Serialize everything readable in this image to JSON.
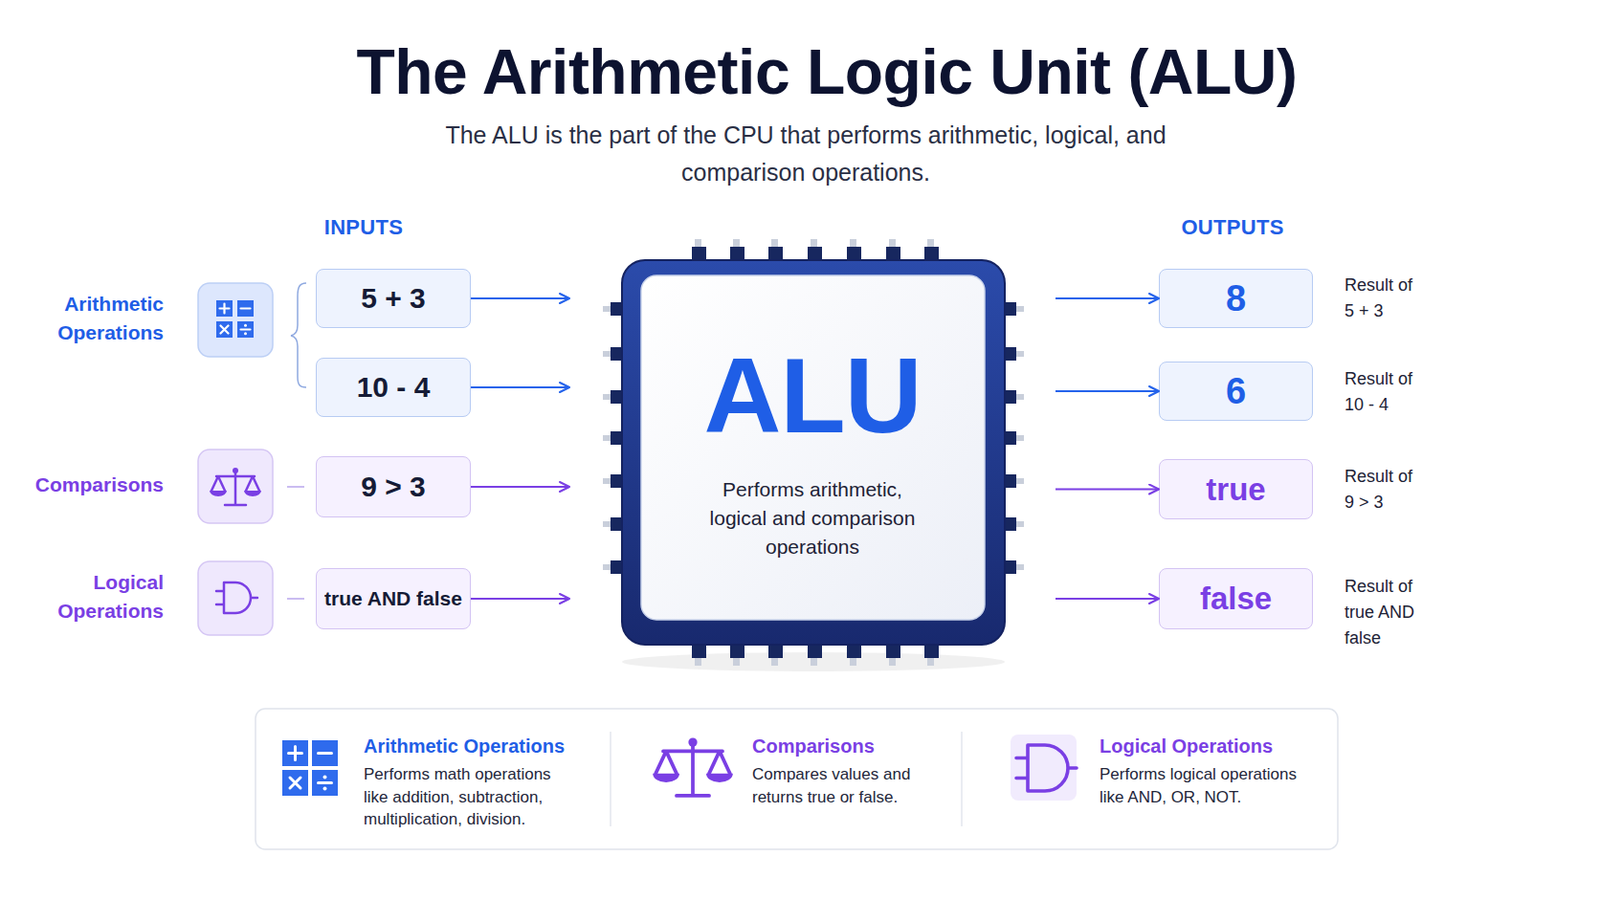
{
  "diagram": {
    "title": "The Arithmetic Logic Unit (ALU)",
    "caption": "The ALU is the part of the CPU that performs arithmetic, logical, and comparison operations.",
    "nodes": [
      {
        "text": [
          "5 + 3"
        ]
      },
      {
        "text": [
          "10 - 4"
        ]
      },
      {
        "text": [
          "9 > 3"
        ]
      },
      {
        "text": [
          "true AND false"
        ]
      },
      {
        "text": [
          "ALU",
          "Performs arithmetic, logical and comparison operations"
        ]
      },
      {
        "text": [
          "8"
        ]
      },
      {
        "text": [
          "6"
        ]
      },
      {
        "text": [
          "true"
        ]
      },
      {
        "text": [
          "false"
        ]
      },
      {
        "text": [
          "Arithmetic Operations",
          "Performs math operations like addition, subtraction, multiplication, division."
        ]
      },
      {
        "text": [
          "Comparisons",
          "Compares values and returns true or false."
        ]
      },
      {
        "text": [
          "Logical Operations",
          "Performs logical operations like AND, OR, NOT."
        ]
      }
    ],
    "edges": [
      {
        "from": 0,
        "to": 4,
        "arrow": "to"
      },
      {
        "from": 1,
        "to": 4,
        "arrow": "to"
      },
      {
        "from": 2,
        "to": 4,
        "arrow": "to"
      },
      {
        "from": 3,
        "to": 4,
        "arrow": "to"
      },
      {
        "from": 4,
        "to": 5,
        "arrow": "to"
      },
      {
        "from": 4,
        "to": 6,
        "arrow": "to"
      },
      {
        "from": 4,
        "to": 7,
        "arrow": "to"
      },
      {
        "from": 4,
        "to": 8,
        "arrow": "to"
      }
    ],
    "labels": [
      "INPUTS",
      "OUTPUTS",
      "Arithmetic Operations",
      "Comparisons",
      "Logical Operations",
      "Result of 5 + 3",
      "Result of 10 - 4",
      "Result of 9 > 3",
      "Result of true AND false"
    ]
  }
}
